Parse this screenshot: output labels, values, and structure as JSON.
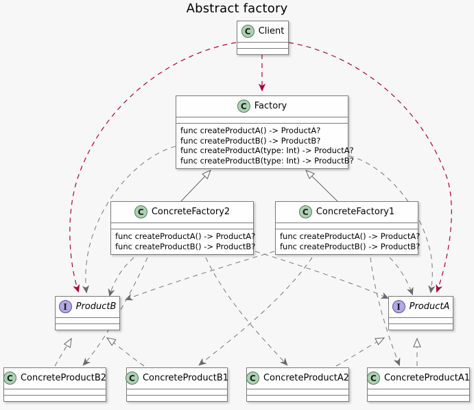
{
  "diagram": {
    "title": "Abstract factory",
    "type": "uml-class-diagram",
    "background": "#f7f7f7",
    "colors": {
      "class_stereotype_fill": "#ADD1B2",
      "interface_stereotype_fill": "#B4A7E5",
      "node_border": "#7a7a7a",
      "node_fill": "#fefefe",
      "dependency_red": "#A80036",
      "dependency_gray": "#808080",
      "text": "#000000"
    },
    "icons": {
      "class_glyph": "C",
      "interface_glyph": "I"
    }
  },
  "nodes": {
    "client": {
      "name": "Client",
      "stereotype": "C",
      "kind": "class",
      "methods": []
    },
    "factory": {
      "name": "Factory",
      "stereotype": "C",
      "kind": "class",
      "methods": [
        "func createProductA() -> ProductA?",
        "func createProductB() -> ProductB?",
        "func createProductA(type: Int) -> ProductA?",
        "func createProductB(type: Int) -> ProductB?"
      ]
    },
    "concrete_factory2": {
      "name": "ConcreteFactory2",
      "stereotype": "C",
      "kind": "class",
      "methods": [
        "func createProductA() -> ProductA?",
        "func createProductB() -> ProductB?"
      ]
    },
    "concrete_factory1": {
      "name": "ConcreteFactory1",
      "stereotype": "C",
      "kind": "class",
      "methods": [
        "func createProductA() -> ProductA?",
        "func createProductB() -> ProductB?"
      ]
    },
    "product_b": {
      "name": "ProductB",
      "stereotype": "I",
      "kind": "interface",
      "methods": []
    },
    "product_a": {
      "name": "ProductA",
      "stereotype": "I",
      "kind": "interface",
      "methods": []
    },
    "concrete_product_b2": {
      "name": "ConcreteProductB2",
      "stereotype": "C",
      "kind": "class",
      "methods": []
    },
    "concrete_product_b1": {
      "name": "ConcreteProductB1",
      "stereotype": "C",
      "kind": "class",
      "methods": []
    },
    "concrete_product_a2": {
      "name": "ConcreteProductA2",
      "stereotype": "C",
      "kind": "class",
      "methods": []
    },
    "concrete_product_a1": {
      "name": "ConcreteProductA1",
      "stereotype": "C",
      "kind": "class",
      "methods": []
    }
  },
  "relations": [
    {
      "from": "Client",
      "to": "Factory",
      "type": "dependency",
      "style": "dashed-red-arrow"
    },
    {
      "from": "Client",
      "to": "ProductB",
      "type": "dependency",
      "style": "dashed-red-arrow"
    },
    {
      "from": "Client",
      "to": "ProductA",
      "type": "dependency",
      "style": "dashed-red-arrow"
    },
    {
      "from": "ConcreteFactory2",
      "to": "Factory",
      "type": "inheritance",
      "style": "solid-hollow-triangle"
    },
    {
      "from": "ConcreteFactory1",
      "to": "Factory",
      "type": "inheritance",
      "style": "solid-hollow-triangle"
    },
    {
      "from": "Factory",
      "to": "ProductA",
      "type": "dependency",
      "style": "dashed-gray-arrow"
    },
    {
      "from": "Factory",
      "to": "ProductB",
      "type": "dependency",
      "style": "dashed-gray-arrow"
    },
    {
      "from": "ConcreteFactory2",
      "to": "ProductA",
      "type": "dependency",
      "style": "dashed-gray-arrow"
    },
    {
      "from": "ConcreteFactory2",
      "to": "ProductB",
      "type": "dependency",
      "style": "dashed-gray-arrow"
    },
    {
      "from": "ConcreteFactory1",
      "to": "ProductA",
      "type": "dependency",
      "style": "dashed-gray-arrow"
    },
    {
      "from": "ConcreteFactory1",
      "to": "ProductB",
      "type": "dependency",
      "style": "dashed-gray-arrow"
    },
    {
      "from": "ConcreteFactory2",
      "to": "ConcreteProductB2",
      "type": "dependency",
      "style": "dashed-gray-arrow"
    },
    {
      "from": "ConcreteFactory2",
      "to": "ConcreteProductA2",
      "type": "dependency",
      "style": "dashed-gray-arrow"
    },
    {
      "from": "ConcreteFactory1",
      "to": "ConcreteProductB1",
      "type": "dependency",
      "style": "dashed-gray-arrow"
    },
    {
      "from": "ConcreteFactory1",
      "to": "ConcreteProductA1",
      "type": "dependency",
      "style": "dashed-gray-arrow"
    },
    {
      "from": "ConcreteProductB2",
      "to": "ProductB",
      "type": "realization",
      "style": "dashed-hollow-triangle"
    },
    {
      "from": "ConcreteProductB1",
      "to": "ProductB",
      "type": "realization",
      "style": "dashed-hollow-triangle"
    },
    {
      "from": "ConcreteProductA2",
      "to": "ProductA",
      "type": "realization",
      "style": "dashed-hollow-triangle"
    },
    {
      "from": "ConcreteProductA1",
      "to": "ProductA",
      "type": "realization",
      "style": "dashed-hollow-triangle"
    }
  ]
}
